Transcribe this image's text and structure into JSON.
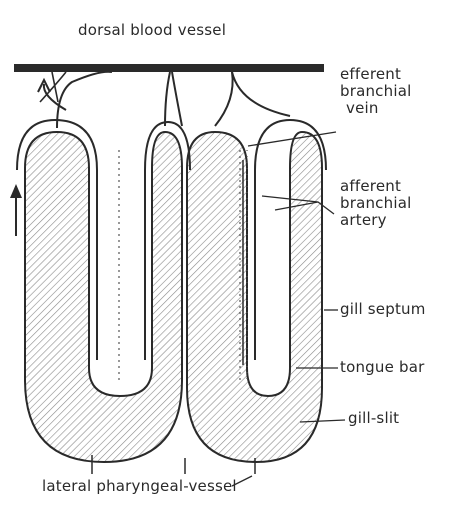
{
  "diagram": {
    "labels": {
      "dorsal_vessel": "dorsal blood vessel",
      "efferent": [
        "efferent",
        "branchial",
        "vein"
      ],
      "afferent": [
        "afferent",
        "branchial",
        "artery"
      ],
      "gill_septum": "gill septum",
      "tongue_bar": "tongue bar",
      "gill_slit": "gill-slit",
      "lateral_vessel": "lateral pharyngeal-vessel"
    },
    "colors": {
      "ink": "#2a2a2a",
      "hatch": "#8a8a8a",
      "background": "#ffffff"
    }
  }
}
